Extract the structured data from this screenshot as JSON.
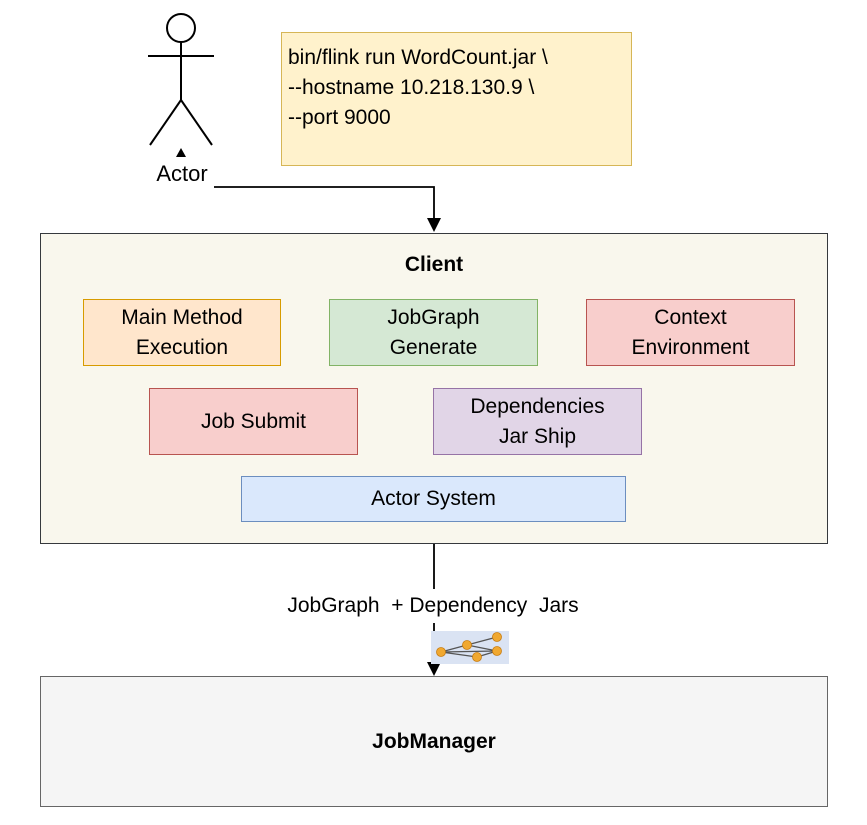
{
  "actor": {
    "label": "Actor"
  },
  "command": {
    "lines": [
      "bin/flink run WordCount.jar \\",
      "--hostname 10.218.130.9 \\",
      "--port 9000"
    ]
  },
  "client": {
    "title": "Client",
    "components": {
      "main_method": [
        "Main Method",
        "Execution"
      ],
      "jobgraph": [
        "JobGraph",
        "Generate"
      ],
      "context": [
        "Context",
        "Environment"
      ],
      "job_submit": [
        "Job Submit"
      ],
      "dependencies": [
        "Dependencies",
        "Jar Ship"
      ],
      "actor_system": [
        "Actor System"
      ]
    }
  },
  "flow": {
    "label": "JobGraph  + Dependency  Jars"
  },
  "jobmanager": {
    "title": "JobManager"
  },
  "icons": {
    "actor": "stick-figure-icon",
    "jobgraph": "graph-network-icon"
  },
  "colors": {
    "command_fill": "#fff2cc",
    "client_fill": "#f9f7ed",
    "main_method_fill": "#ffe6cc",
    "jobgraph_fill": "#d5e8d4",
    "context_fill": "#f8cecc",
    "job_submit_fill": "#f8cecc",
    "dependencies_fill": "#e1d5e7",
    "actor_system_fill": "#dae8fc",
    "jobmanager_fill": "#f5f5f5",
    "graph_node": "#f0a830"
  }
}
